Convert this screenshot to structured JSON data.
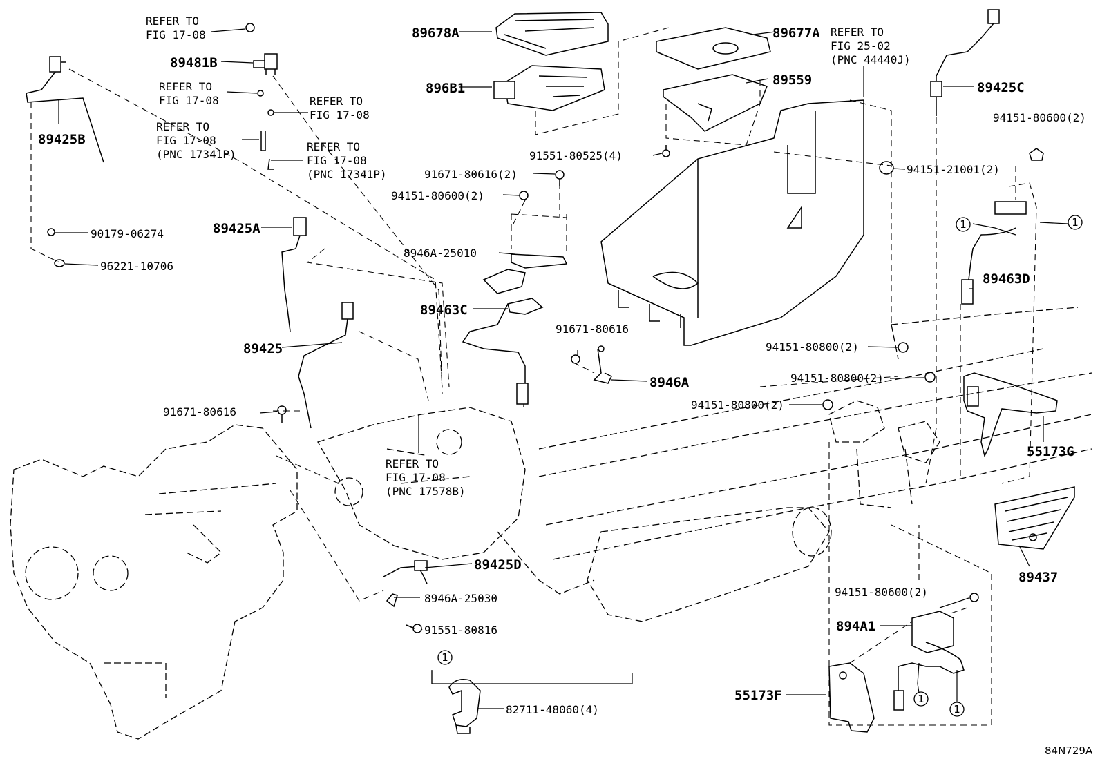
{
  "labels": {
    "p89678A": "89678A",
    "p896B1": "896B1",
    "p89677A": "89677A",
    "p89559": "89559",
    "p89425C": "89425C",
    "p89481B": "89481B",
    "p89425B": "89425B",
    "p89425A": "89425A",
    "p89425": "89425",
    "p89463C": "89463C",
    "p8946A_25010": "8946A-25010",
    "p8946A": "8946A",
    "p89463D": "89463D",
    "p55173G": "55173G",
    "p89437": "89437",
    "p89425D": "89425D",
    "p8946A_25030": "8946A-25030",
    "p91551_80816": "91551-80816",
    "p82711_48060": "82711-48060(4)",
    "p894A1": "894A1",
    "p55173F": "55173F",
    "p90179_06274": "90179-06274",
    "p96221_10706": "96221-10706",
    "p91551_80525": "91551-80525(4)",
    "p91671_80616_2": "91671-80616(2)",
    "p94151_80600_2_a": "94151-80600(2)",
    "p94151_80600_2_b": "94151-80600(2)",
    "p94151_80600_2_c": "94151-80600(2)",
    "p94151_21001_2": "94151-21001(2)",
    "p91671_80616_a": "91671-80616",
    "p91671_80616_b": "91671-80616",
    "p94151_80800_2_a": "94151-80800(2)",
    "p94151_80800_2_b": "94151-80800(2)",
    "p94151_80800_2_c": "94151-80800(2)"
  },
  "refs": {
    "r1": [
      "REFER TO",
      "FIG 17-08"
    ],
    "r2": [
      "REFER TO",
      "FIG 17-08"
    ],
    "r3": [
      "REFER TO",
      "FIG 17-08"
    ],
    "r4": [
      "REFER TO",
      "FIG 17-08",
      "(PNC 17341P)"
    ],
    "r5": [
      "REFER TO",
      "FIG 17-08",
      "(PNC 17341P)"
    ],
    "r6": [
      "REFER TO",
      "FIG 25-02",
      "(PNC 44440J)"
    ],
    "r7": [
      "REFER TO",
      "FIG 17-08",
      "(PNC 17578B)"
    ]
  },
  "callout_marker": "1",
  "diagram_id": "84N729A"
}
